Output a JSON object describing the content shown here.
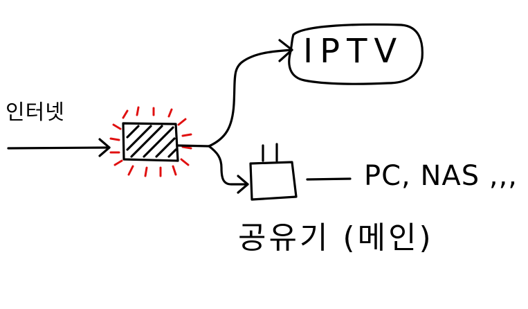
{
  "labels": {
    "internet": "인터넷",
    "iptv": "IPTV",
    "devices": "PC, NAS ,,,",
    "router": "공유기 (메인)"
  },
  "colors": {
    "ink": "#000000",
    "glow": "#e01010"
  }
}
